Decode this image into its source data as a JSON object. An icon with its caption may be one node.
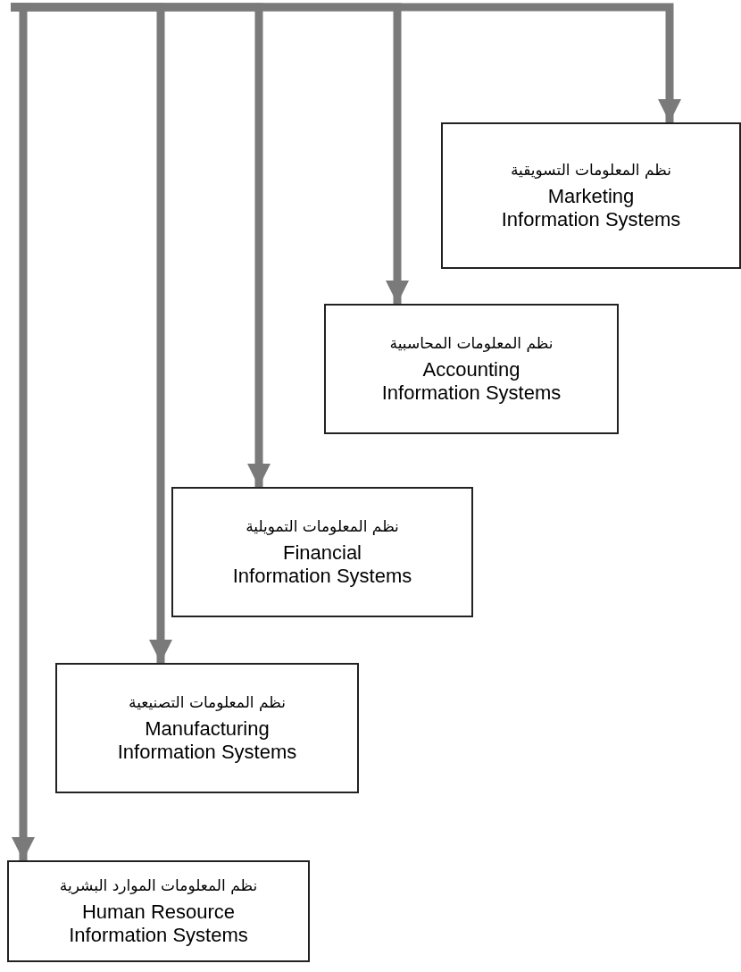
{
  "diagram": {
    "nodes": [
      {
        "text": [
          "نظم المعلومات التسويقية",
          "Marketing Information Systems"
        ]
      },
      {
        "text": [
          "نظم المعلومات المحاسبية",
          "Accounting Information Systems"
        ]
      },
      {
        "text": [
          "نظم المعلومات التمويلية",
          "Financial Information Systems"
        ]
      },
      {
        "text": [
          "نظم المعلومات التصنيعية",
          "Manufacturing Information Systems"
        ]
      },
      {
        "text": [
          "نظم المعلومات الموارد البشرية",
          "Human Resource Information Systems"
        ]
      }
    ],
    "edges": [
      {
        "from": null,
        "to": 0,
        "arrow": "to"
      },
      {
        "from": null,
        "to": 1,
        "arrow": "to"
      },
      {
        "from": null,
        "to": 2,
        "arrow": "to"
      },
      {
        "from": null,
        "to": 3,
        "arrow": "to"
      },
      {
        "from": null,
        "to": 4,
        "arrow": "to"
      }
    ]
  }
}
